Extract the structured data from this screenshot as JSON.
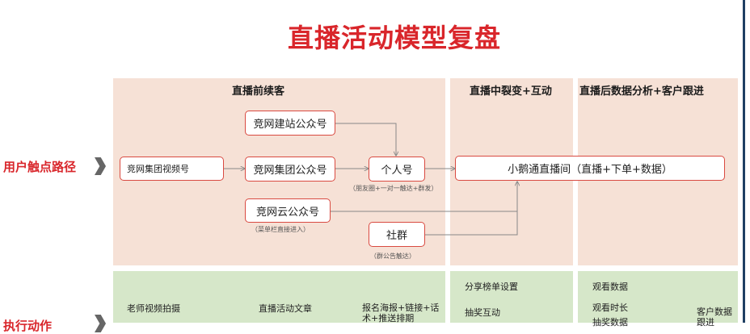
{
  "title": "直播活动模型复盘",
  "columns": {
    "pre": "直播前续客",
    "during": "直播中裂变+互动",
    "post": "直播后数据分析+客户跟进"
  },
  "rows": {
    "touch_path": "用户触点路径",
    "second": "执行动作"
  },
  "nodes": {
    "video_account": "竞网集团视频号",
    "site_official": "竞网建站公众号",
    "group_official": "竞网集团公众号",
    "cloud_official": "竞网云公众号",
    "personal": "个人号",
    "community": "社群",
    "live_room": "小鹅通直播间（直播+下单+数据）"
  },
  "notes": {
    "personal": "（朋友圈+一对一触达+群发）",
    "cloud": "（菜单栏直接进入）",
    "community": "（群公告触达）"
  },
  "bottom": {
    "teacher_video": "老师视频拍摄",
    "live_article": "直播活动文章",
    "poster": "报名海报+链接+话术+推送排期",
    "share_rank": "分享榜单设置",
    "lottery": "抽奖互动",
    "watch_data": "观看数据",
    "watch_time": "观看时长",
    "lottery_data": "抽奖数据",
    "customer_data": "客户数据跟进"
  },
  "colors": {
    "accent": "#d9262b",
    "node_border": "#d94a41",
    "pink_panel": "#f6e1d6",
    "green_panel": "#d6e7c9",
    "arrow": "#888888"
  }
}
